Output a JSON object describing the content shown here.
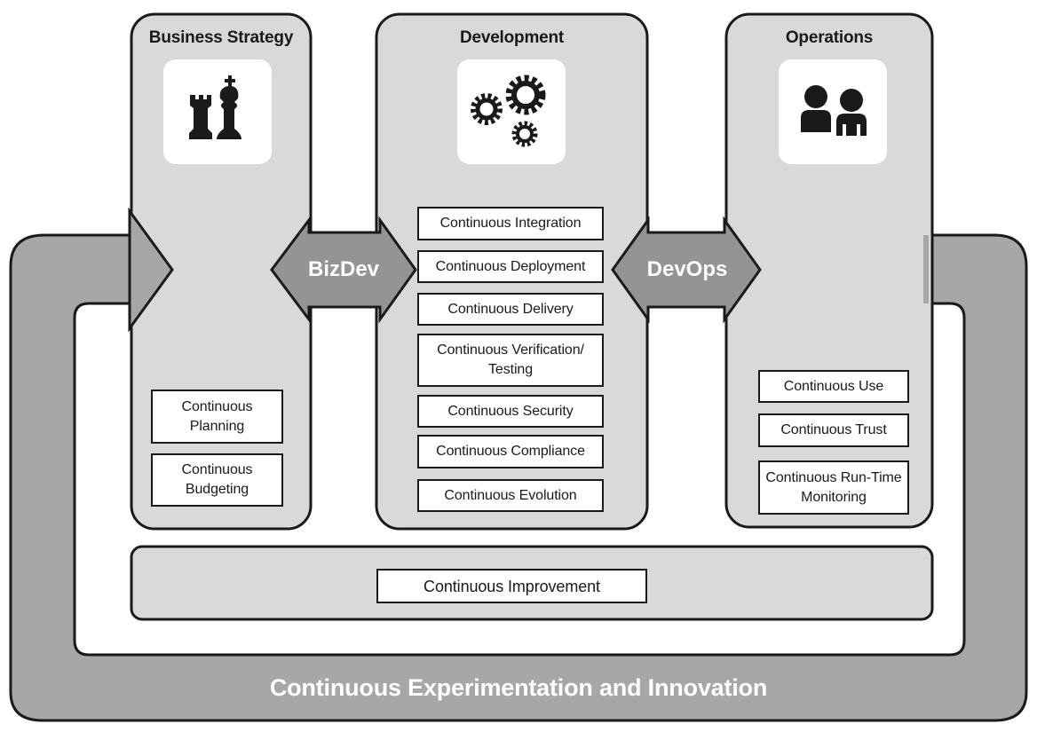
{
  "columns": {
    "business": {
      "title": "Business Strategy",
      "icon": "chess-icon",
      "items": [
        "Continuous Planning",
        "Continuous Budgeting"
      ]
    },
    "development": {
      "title": "Development",
      "icon": "gears-icon",
      "items": [
        "Continuous Integration",
        "Continuous Deployment",
        "Continuous Delivery",
        "Continuous Verification/ Testing",
        "Continuous Security",
        "Continuous Compliance",
        "Continuous Evolution"
      ]
    },
    "operations": {
      "title": "Operations",
      "icon": "users-icon",
      "items": [
        "Continuous Use",
        "Continuous Trust",
        "Continuous Run-Time Monitoring"
      ]
    }
  },
  "arrows": {
    "bizdev": "BizDev",
    "devops": "DevOps"
  },
  "improvement": {
    "label": "Continuous Improvement"
  },
  "loop": {
    "label": "Continuous Experimentation and Innovation"
  },
  "colors": {
    "panel": "#d9d9da",
    "arrow": "#939496",
    "loop": "#a6a7a9",
    "outline": "#1a1a1a"
  }
}
